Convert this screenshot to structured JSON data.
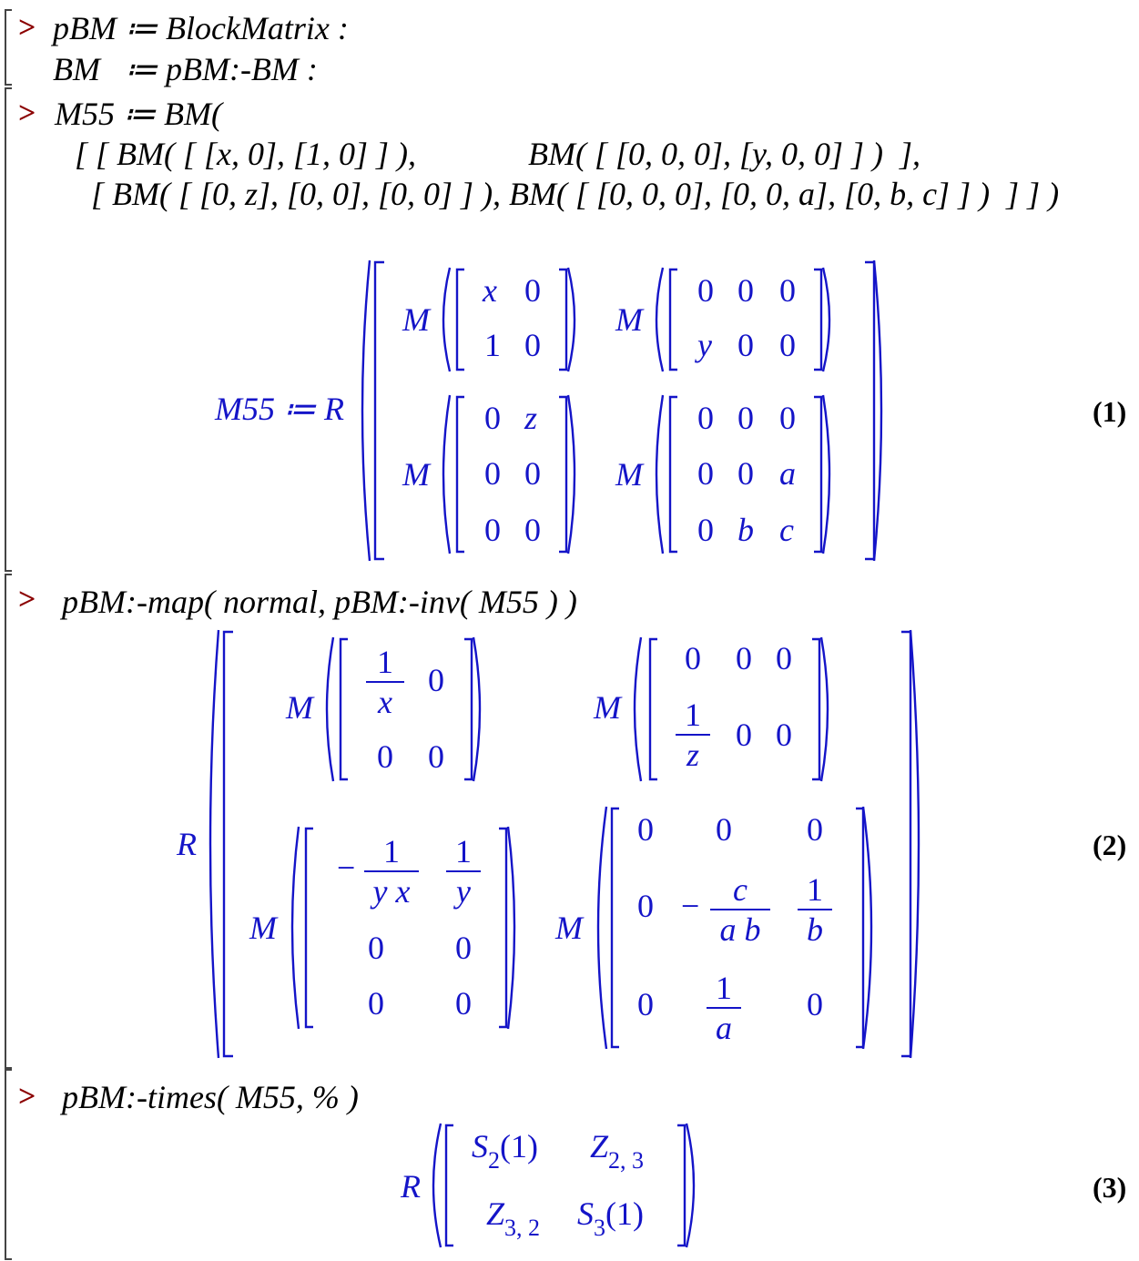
{
  "block1": {
    "prompt": ">",
    "line1": "pBM ≔ BlockMatrix :",
    "line2": "BM   ≔ pBM:-BM :"
  },
  "block2": {
    "prompt": ">",
    "input_l1": "M55 ≔ BM(",
    "input_l2a": "[ [ BM( [ [x, 0], [1, 0] ] ),",
    "input_l2b": "BM( [ [0, 0, 0], [y, 0, 0] ] )  ],",
    "input_l3": "[ BM( [ [0, z], [0, 0], [0, 0] ] ), BM( [ [0, 0, 0], [0, 0, a], [0, b, c] ] )  ] ] )",
    "lhs": "M55 ≔ R",
    "M": "M",
    "A11": [
      [
        "x",
        "0"
      ],
      [
        "1",
        "0"
      ]
    ],
    "A12": [
      [
        "0",
        "0",
        "0"
      ],
      [
        "y",
        "0",
        "0"
      ]
    ],
    "A21": [
      [
        "0",
        "z"
      ],
      [
        "0",
        "0"
      ],
      [
        "0",
        "0"
      ]
    ],
    "A22": [
      [
        "0",
        "0",
        "0"
      ],
      [
        "0",
        "0",
        "a"
      ],
      [
        "0",
        "b",
        "c"
      ]
    ],
    "label": "(1)"
  },
  "block3": {
    "prompt": ">",
    "input": "pBM:-map( normal, pBM:-inv( M55 ) )",
    "R": "R",
    "M": "M",
    "one": "1",
    "zero": "0",
    "minus": "−",
    "den_x": "x",
    "den_z": "z",
    "den_yx": "y x",
    "den_y": "y",
    "num_c": "c",
    "den_ab": "a b",
    "den_b": "b",
    "den_a": "a",
    "label": "(2)"
  },
  "block4": {
    "prompt": ">",
    "input": "pBM:-times( M55, % )",
    "R": "R",
    "S": "S",
    "Z": "Z",
    "s11_sub": "2",
    "s22_sub": "3",
    "arg": "(1)",
    "z12_sub": "2, 3",
    "z21_sub": "3, 2",
    "label": "(3)"
  }
}
